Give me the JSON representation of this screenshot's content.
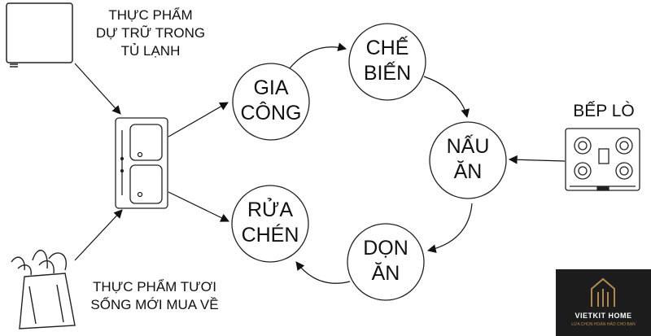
{
  "nodes": {
    "gia_cong": [
      "GIA",
      "CÔNG"
    ],
    "che_bien": [
      "CHẾ",
      "BIẾN"
    ],
    "nau_an": [
      "NẤU",
      "ĂN"
    ],
    "don_an": [
      "DỌN",
      "ĂN"
    ],
    "rua_chen": [
      "RỬA",
      "CHÉN"
    ]
  },
  "captions": {
    "fridge": [
      "THỰC PHẨM",
      "DỰ TRỮ TRONG",
      "TỦ LẠNH"
    ],
    "fresh": [
      "THỰC PHẨM TƯƠI",
      "SỐNG MỚI MUA VỀ"
    ],
    "stove": "BẾP LÒ"
  },
  "brand": {
    "name": "VIETKIT HOME",
    "tagline": "LỰA CHỌN HOÀN HẢO CHO BẠN"
  },
  "icons": [
    "fridge-icon",
    "sink-icon",
    "stove-icon",
    "grocery-bag-icon",
    "house-logo-icon"
  ],
  "colors": {
    "ink": "#111111",
    "logo_gold": "#b08a4e",
    "logo_bg": "#1c1c1c"
  }
}
